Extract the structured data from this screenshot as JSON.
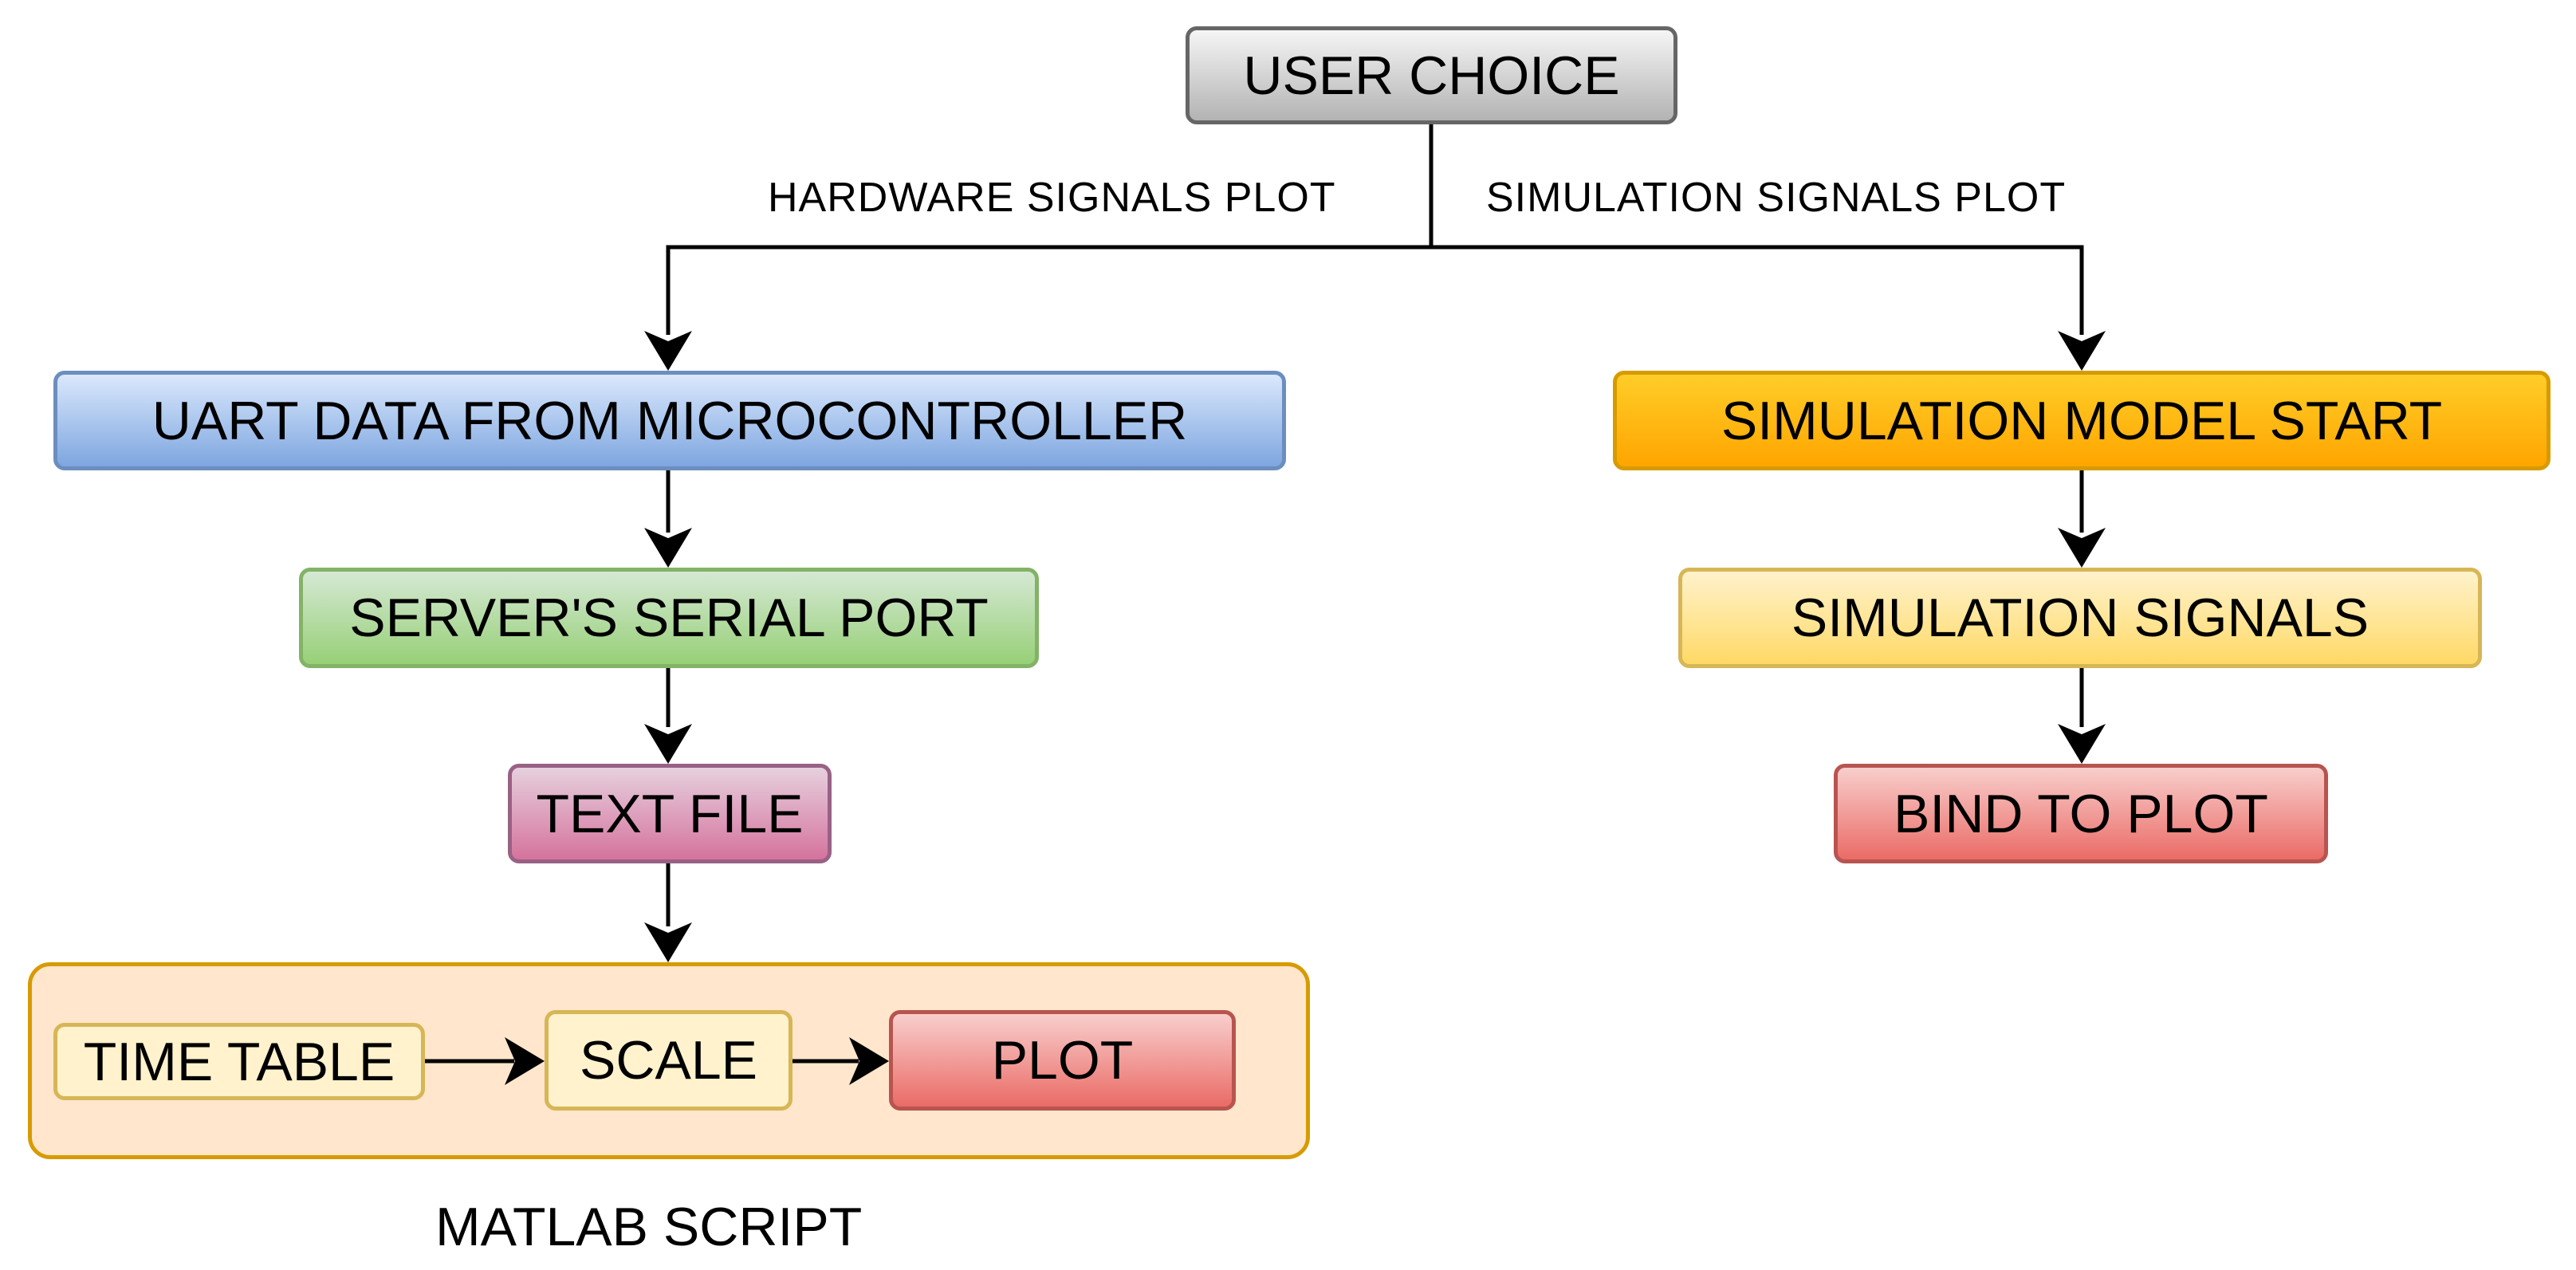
{
  "diagram": {
    "root": {
      "label": "USER CHOICE"
    },
    "branches": {
      "hardware_label": "HARDWARE SIGNALS PLOT",
      "simulation_label": "SIMULATION SIGNALS PLOT"
    },
    "hardware": {
      "uart": "UART DATA FROM MICROCONTROLLER",
      "serial": "SERVER'S SERIAL PORT",
      "textfile": "TEXT FILE",
      "matlab": {
        "caption": "MATLAB SCRIPT",
        "steps": {
          "timetable": "TIME TABLE",
          "scale": "SCALE",
          "plot": "PLOT"
        }
      }
    },
    "simulation": {
      "start": "SIMULATION MODEL START",
      "signals": "SIMULATION SIGNALS",
      "bind": "BIND TO PLOT"
    }
  }
}
